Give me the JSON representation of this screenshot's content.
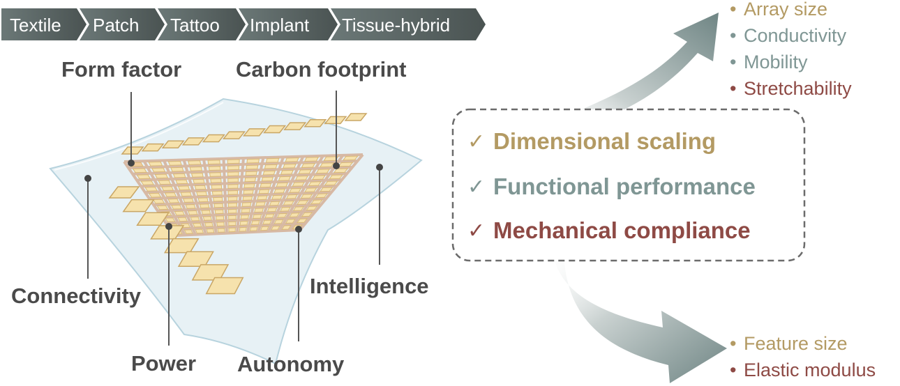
{
  "colors": {
    "gold": "#b39a63",
    "teal": "#7f9694",
    "rust": "#8e4a45",
    "label_gray": "#4a4a4a",
    "chevron_dark": "#4b5352",
    "chevron_light": "#6f7d7c"
  },
  "form_factors": [
    "Textile",
    "Patch",
    "Tattoo",
    "Implant",
    "Tissue-hybrid"
  ],
  "callouts": {
    "form_factor": "Form factor",
    "carbon_footprint": "Carbon footprint",
    "connectivity": "Connectivity",
    "intelligence": "Intelligence",
    "power": "Power",
    "autonomy": "Autonomy"
  },
  "criteria": {
    "check_glyph": "✓",
    "dimensional": "Dimensional scaling",
    "functional": "Functional performance",
    "mechanical": "Mechanical compliance"
  },
  "metrics_top": {
    "bullet": "•",
    "items": [
      "Array size",
      "Conductivity",
      "Mobility",
      "Stretchability"
    ]
  },
  "metrics_bottom": {
    "bullet": "•",
    "items": [
      "Feature size",
      "Elastic modulus"
    ]
  }
}
